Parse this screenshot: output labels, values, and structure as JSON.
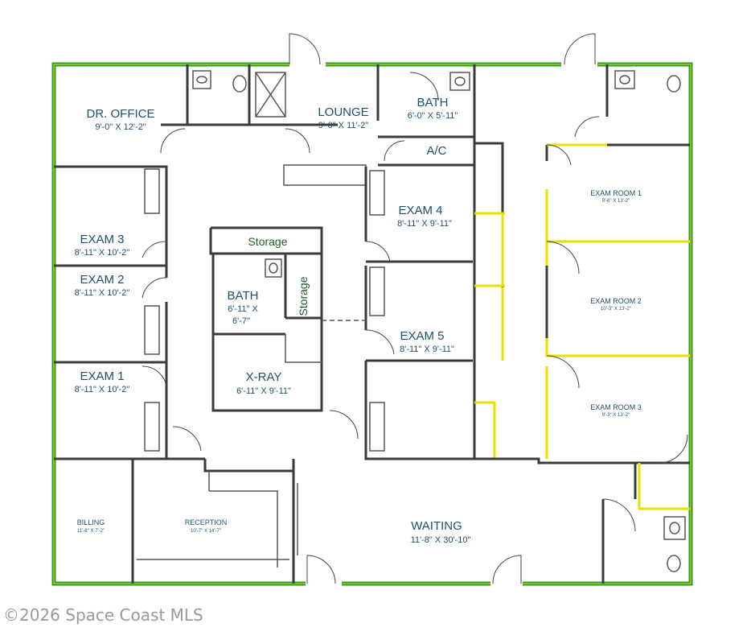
{
  "rooms": {
    "dr_office": {
      "name": "DR. OFFICE",
      "dim": "9'-0\" X 12'-2\""
    },
    "lounge": {
      "name": "LOUNGE",
      "dim": "9'-0\" X 11'-2\""
    },
    "bath_top": {
      "name": "BATH",
      "dim": "6'-0\" X 5'-11\""
    },
    "ac": {
      "name": "A/C"
    },
    "exam3": {
      "name": "EXAM 3",
      "dim": "8'-11\" X 10'-2\""
    },
    "exam2": {
      "name": "EXAM 2",
      "dim": "8'-11\" X 10'-2\""
    },
    "exam1": {
      "name": "EXAM 1",
      "dim": "8'-11\" X 10'-2\""
    },
    "exam4": {
      "name": "EXAM 4",
      "dim": "8'-11\" X 9'-11\""
    },
    "exam5": {
      "name": "EXAM 5",
      "dim": "8'-11\" X 9'-11\""
    },
    "storage_h": {
      "name": "Storage"
    },
    "storage_v": {
      "name": "Storage"
    },
    "bath_center": {
      "name": "BATH",
      "dim1": "6'-11\" X",
      "dim2": "6'-7\""
    },
    "xray": {
      "name": "X-RAY",
      "dim": "6'-11\" X 9'-11\""
    },
    "exam_room1": {
      "name": "EXAM ROOM 1",
      "dim": "9'-6\" X 13'-2\""
    },
    "exam_room2": {
      "name": "EXAM ROOM 2",
      "dim": "10'-3\" X 13'-2\""
    },
    "exam_room3": {
      "name": "EXAM ROOM 3",
      "dim": "9'-3\" X 13'-2\""
    },
    "billing": {
      "name": "BILLING",
      "dim": "11'-8\" X 7'-2\""
    },
    "reception": {
      "name": "RECEPTION",
      "dim": "10'-7\" X 14'-7\""
    },
    "waiting": {
      "name": "WAITING",
      "dim": "11'-8\" X 30'-10\""
    }
  },
  "watermark": "©2026 Space Coast MLS",
  "colors": {
    "exterior_wall": "#2e9a2e",
    "accent_wall": "#e8e000",
    "label": "#1d4f6e"
  }
}
